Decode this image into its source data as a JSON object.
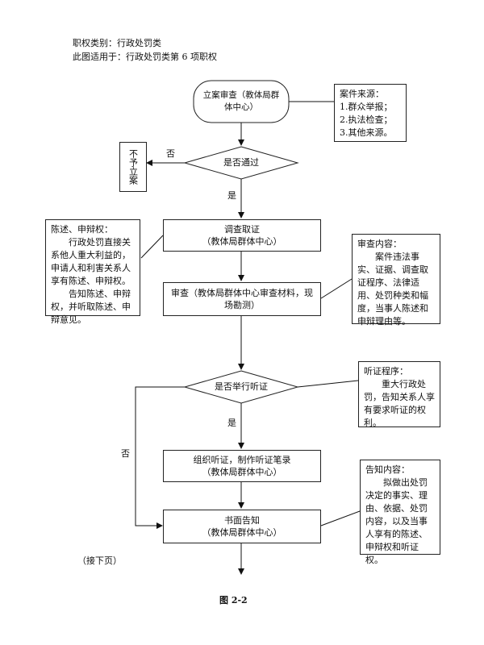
{
  "header": {
    "line1": "职权类别：行政处罚类",
    "line2": "此图适用于：行政处罚类第 6 项职权"
  },
  "flow": {
    "start": "立案审查（教体局群体中心）",
    "decision1": "是否通过",
    "no_result": "不予立案",
    "investigate_l1": "调查取证",
    "investigate_l2": "（教体局群体中心）",
    "review": "审查（教体局群体中心审查材料，现场勘测）",
    "decision2": "是否举行听证",
    "hearing_l1": "组织听证，制作听证笔录",
    "hearing_l2": "（教体局群体中心）",
    "notice_l1": "书面告知",
    "notice_l2": "（教体局群体中心）"
  },
  "labels": {
    "no": "否",
    "yes": "是",
    "no2": "否",
    "yes2": "是"
  },
  "notes": {
    "source": {
      "title": "案件来源：",
      "items": [
        "1.群众举报；",
        "2.执法检查；",
        "3.其他来源。"
      ]
    },
    "defense": {
      "title": "陈述、申辩权：",
      "p1": "行政处罚直接关系他人重大利益的，申请人和利害关系人享有陈述、申辩权。",
      "p2": "告知陈述、申辩权，并听取陈述、申辩意见。"
    },
    "review": {
      "title": "审查内容：",
      "p1": "案件违法事实、证据、调查取证程序、法律适用、处罚种类和幅度，当事人陈述和申辩理由等。"
    },
    "hearing": {
      "title": "听证程序：",
      "p1": "重大行政处罚，告知关系人享有要求听证的权利。"
    },
    "notice": {
      "title": "告知内容：",
      "p1": "拟做出处罚决定的事实、理由、依据、处罚内容，以及当事人享有的陈述、申辩权和听证权。"
    }
  },
  "footer": {
    "continue": "（接下页）",
    "figure": "图 2-2"
  }
}
